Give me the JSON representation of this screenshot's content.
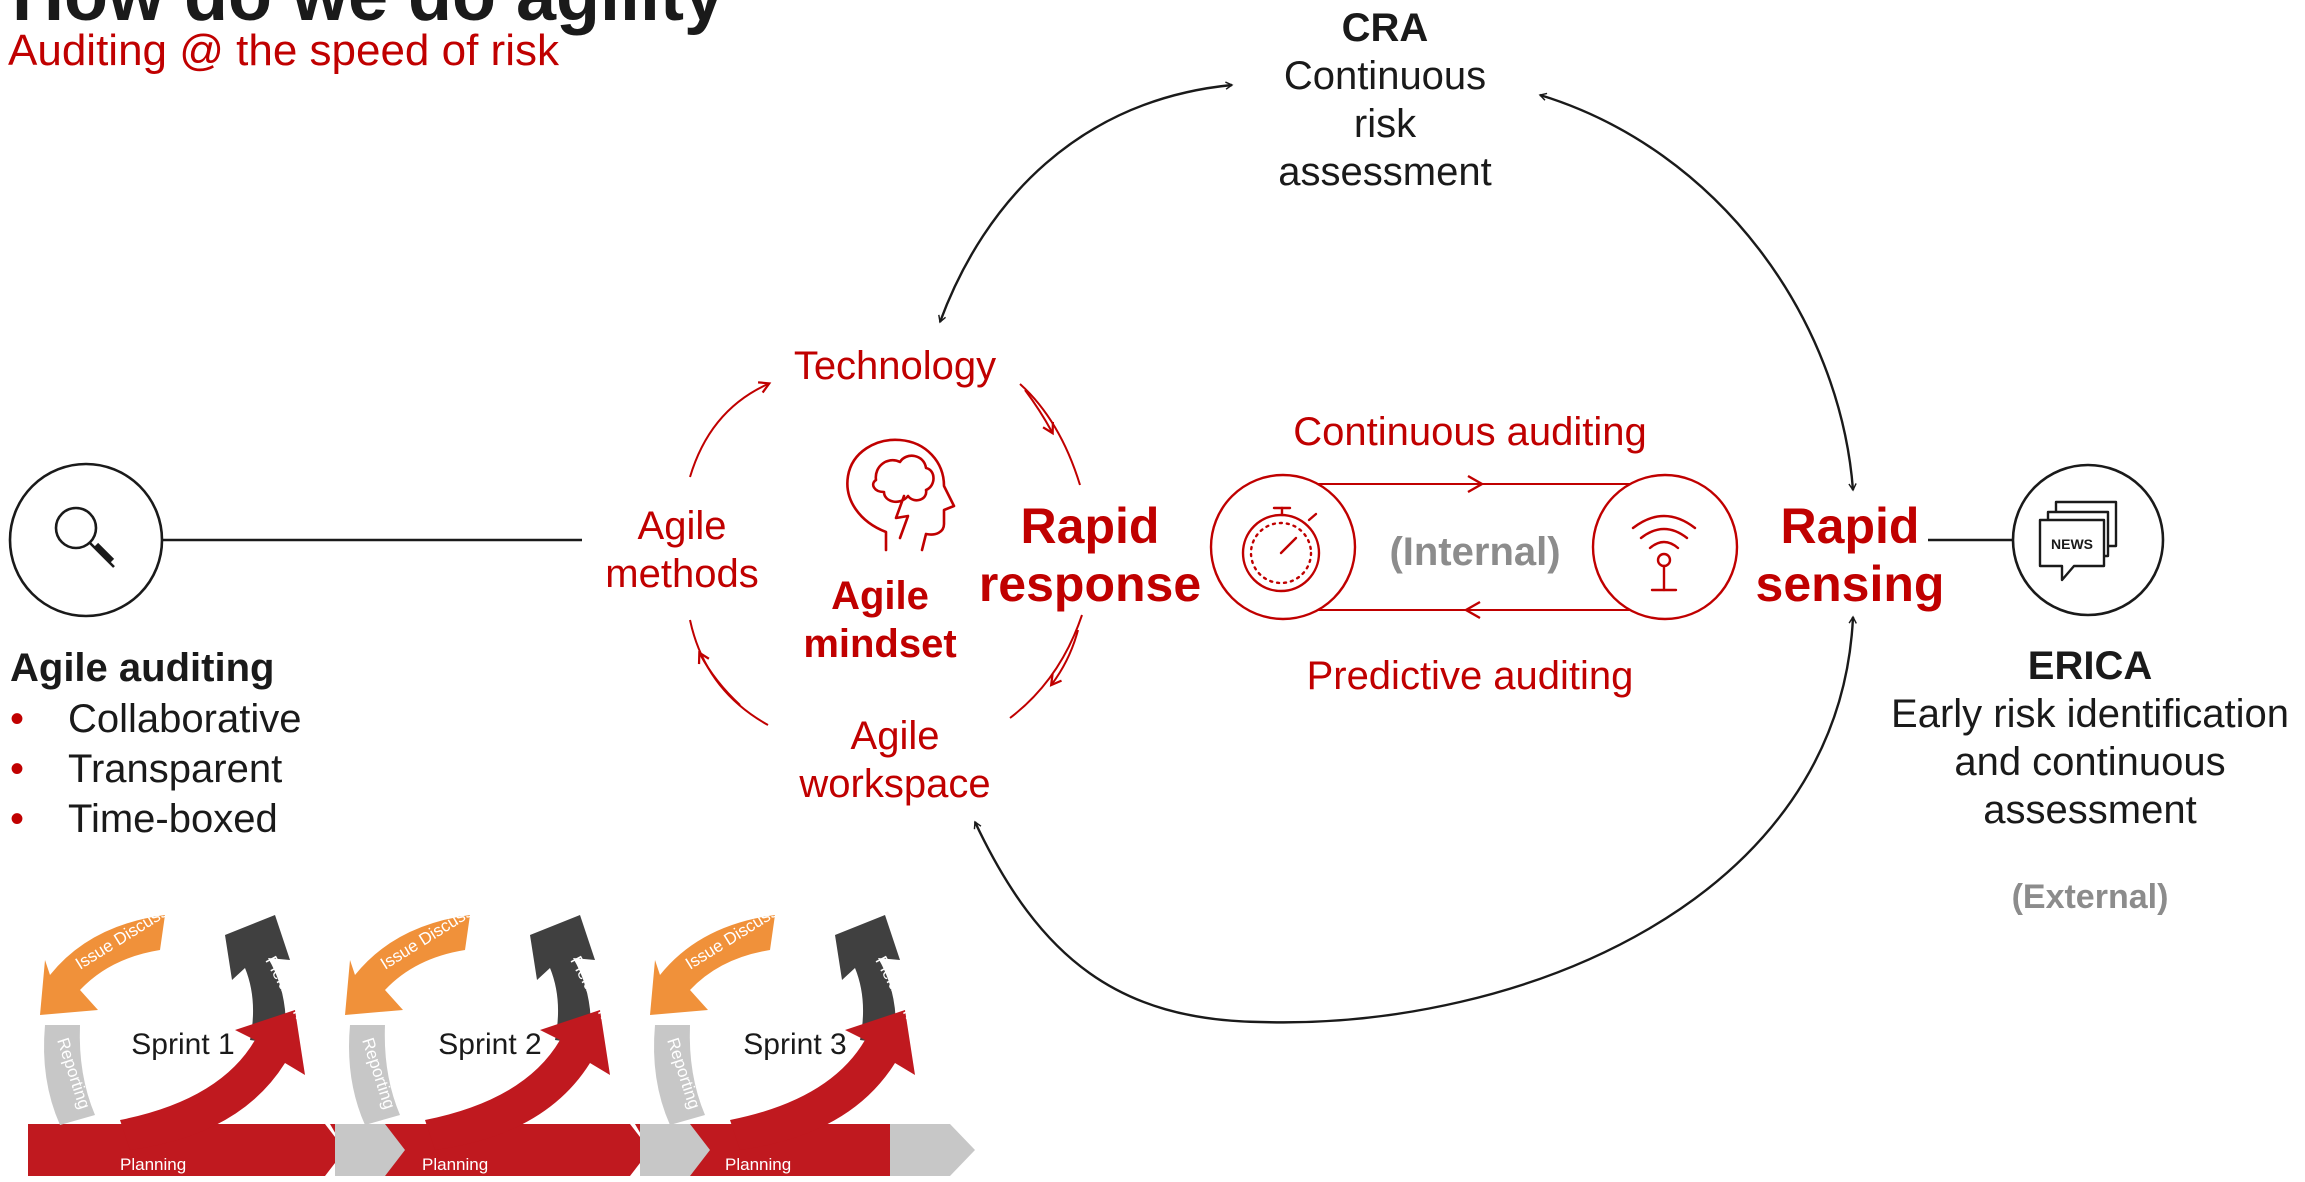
{
  "header": {
    "title_partial": "How do we do agility",
    "subtitle": "Auditing @ the speed of risk"
  },
  "cra": {
    "title": "CRA",
    "line1": "Continuous",
    "line2": "risk",
    "line3": "assessment"
  },
  "mindset_cycle": {
    "technology": "Technology",
    "agile_methods_1": "Agile",
    "agile_methods_2": "methods",
    "agile_workspace_1": "Agile",
    "agile_workspace_2": "workspace",
    "center_1": "Agile",
    "center_2": "mindset"
  },
  "rapid_response": {
    "line1": "Rapid",
    "line2": "response"
  },
  "rapid_sensing": {
    "line1": "Rapid",
    "line2": "sensing"
  },
  "continuous_auditing": "Continuous auditing",
  "predictive_auditing": "Predictive auditing",
  "internal_label": "(Internal)",
  "agile_auditing": {
    "heading": "Agile auditing",
    "bullet_char": "•",
    "items": [
      "Collaborative",
      "Transparent",
      "Time-boxed"
    ]
  },
  "erica": {
    "title": "ERICA",
    "line1": "Early risk identification",
    "line2": "and continuous",
    "line3": "assessment",
    "external_label": "(External)",
    "news_icon_text": "NEWS"
  },
  "sprints": [
    {
      "label": "Sprint 1",
      "issue": "Issue Discussion",
      "fieldwork": "Fieldwork",
      "reporting": "Reporting",
      "planning": "Planning"
    },
    {
      "label": "Sprint 2",
      "issue": "Issue Discussion",
      "fieldwork": "Fieldwork",
      "reporting": "Reporting",
      "planning": "Planning"
    },
    {
      "label": "Sprint 3",
      "issue": "Issue Discussion",
      "fieldwork": "Fieldwork",
      "reporting": "Reporting",
      "planning": "Planning"
    }
  ],
  "colors": {
    "red": "#c00000",
    "black": "#1a1a1a",
    "gray": "#8c8c8c",
    "orange": "#f0913a",
    "dark": "#404040",
    "sprint_red": "#c0191f",
    "light_gray": "#c7c7c7"
  },
  "icons": [
    "magnifier-icon",
    "brain-head-icon",
    "stopwatch-icon",
    "antenna-icon",
    "news-icon"
  ]
}
